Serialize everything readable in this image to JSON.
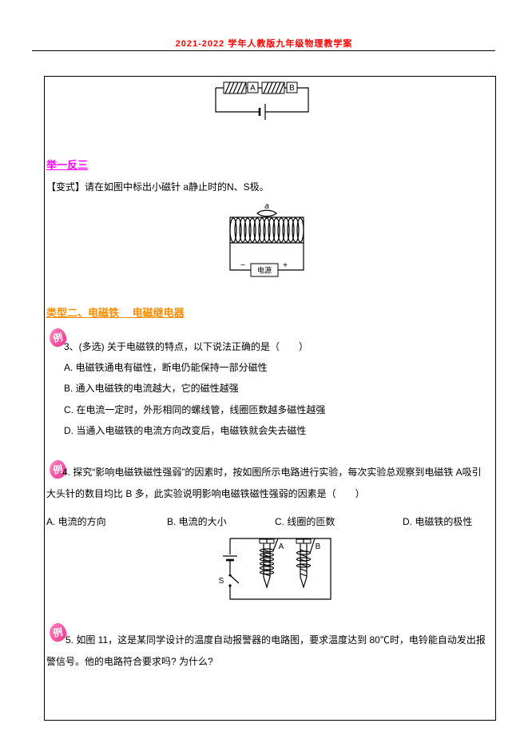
{
  "colors": {
    "header_red": "#ff0000",
    "section_magenta": "#ff00ff",
    "type_orange": "#ff8c00",
    "badge_pink": "#ee2f8e"
  },
  "header": {
    "title": "2021-2022 学年人教版九年级物理教学案"
  },
  "content": {
    "section1_title": "举一反三",
    "bianshi": "【变式】请在如图中标出小磁针 a静止时的N、S极。",
    "type2_title": "类型二、电磁铁　 电磁继电器",
    "example_label": "例",
    "q3": {
      "stem": "3、(多选) 关于电磁铁的特点，以下说法正确的是（　　）",
      "options": [
        "A. 电磁铁通电有磁性，断电仍能保持一部分磁性",
        "B. 通入电磁铁的电流越大，它的磁性越强",
        "C. 在电流一定时，外形相同的螺线管，线圈匝数越多磁性越强",
        "D. 当通入电磁铁的电流方向改变后，电磁铁就会失去磁性"
      ]
    },
    "q4": {
      "stem": "4. 探究“影响电磁铁磁性强弱”的因素时，按如图所示电路进行实验，每次实验总观察到电磁铁 A吸引大头针的数目均比 B 多，此实验说明影响电磁铁磁性强弱的因素是（　　）",
      "options": [
        "A. 电流的方向",
        "B. 电流的大小",
        "C. 线圈的匝数",
        "D. 电磁铁的极性"
      ]
    },
    "q5": {
      "stem": "5. 如图 11，这是某同学设计的温度自动报警器的电路图，要求温度达到 80℃时，电铃能自动发出报警信号。他的电路符合要求吗? 为什么?"
    }
  },
  "diagrams": {
    "coil_circuit": {
      "label_a": "A",
      "label_b": "B"
    },
    "solenoid": {
      "needle_label": "a",
      "power_label": "电源",
      "minus_sign": "−",
      "plus_sign": "+"
    },
    "screw_circuit": {
      "switch_label": "S",
      "label_a": "A",
      "label_b": "B"
    }
  }
}
